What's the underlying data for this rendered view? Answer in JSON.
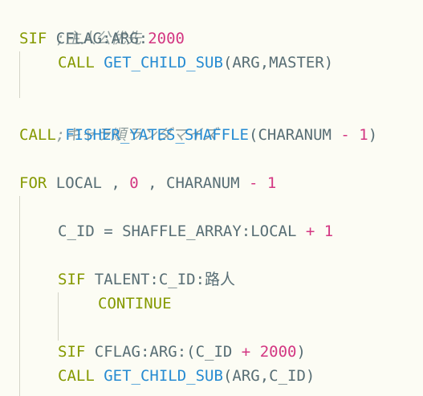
{
  "lines": {
    "l1": {
      "comment": ";主人公优先"
    },
    "l2": {
      "kw": "SIF",
      "var": "CFLAG",
      "colon": ":",
      "arg": "ARG",
      "colon2": ":",
      "num": "2000"
    },
    "l3": {
      "kw": "CALL",
      "fn": "GET_CHILD_SUB",
      "args": "(ARG,MASTER)"
    },
    "l5": {
      "comment": ";キャラ順ランダマイズ"
    },
    "l6": {
      "kw": "CALL",
      "fn": "FISHER_YATES_SHAFFLE",
      "open": "(CHARANUM ",
      "op": "-",
      "sp": " ",
      "num": "1",
      "close": ")"
    },
    "l8": {
      "kw": "FOR",
      "rest1": " LOCAL , ",
      "num1": "0",
      "rest2": " , CHARANUM ",
      "op": "-",
      "sp": " ",
      "num2": "1"
    },
    "l10": {
      "lhs": "C_ID = SHAFFLE_ARRAY:LOCAL ",
      "op": "+",
      "sp": " ",
      "num": "1"
    },
    "l12": {
      "kw": "SIF",
      "rest": " TALENT:C_ID:路人"
    },
    "l13": {
      "kw": "CONTINUE"
    },
    "l15": {
      "kw": "SIF",
      "rest1": " CFLAG:ARG:(C_ID ",
      "op": "+",
      "sp": " ",
      "num": "2000",
      "close": ")"
    },
    "l16": {
      "kw": "CALL",
      "fn": "GET_CHILD_SUB",
      "args": "(ARG,C_ID)"
    }
  }
}
